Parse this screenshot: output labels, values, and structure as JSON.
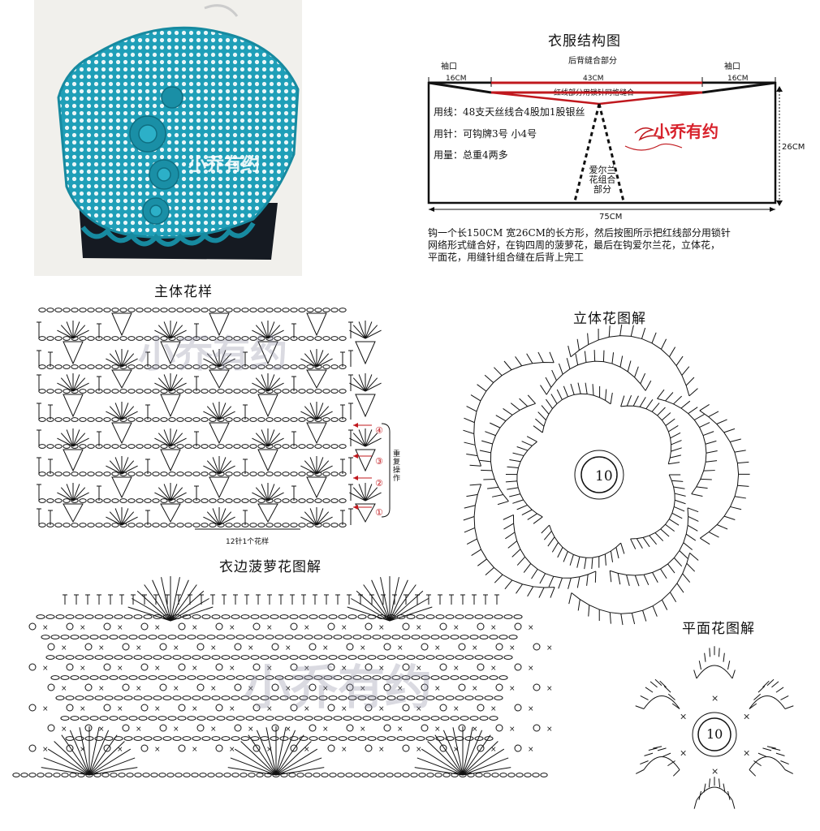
{
  "photo": {
    "watermark": "小乔有约"
  },
  "structure": {
    "title": "衣服结构图",
    "back_seam_label": "后背缝合部分",
    "cuff_label": "袖口",
    "cuff_width": "16CM",
    "center_width": "43CM",
    "red_note": "红线部分用锁针网格缝合",
    "height": "26CM",
    "total_width": "75CM",
    "materials": [
      "用线：48支天丝线合4股加1股银丝",
      "用针：可钩牌3号  小4号",
      "用量：总重4两多"
    ],
    "irish_label": [
      "爱尔兰",
      "花组合",
      "部分"
    ],
    "logo": "小乔有约",
    "instructions": [
      "钩一个长150CM  宽26CM的长方形，然后按图所示把红线部分用锁针",
      "网络形式缝合好，在钩四周的菠萝花，最后在钩爱尔兰花，立体花，",
      "平面花，用缝针组合缝在后背上完工"
    ],
    "colors": {
      "red": "#c0181e",
      "black": "#111111"
    }
  },
  "main_pattern": {
    "title": "主体花样",
    "repeat_label": "12针1个花样",
    "rows": [
      "④",
      "③",
      "②",
      "①"
    ],
    "side_note": "重复操作"
  },
  "flower3d": {
    "title": "立体花图解",
    "center": "10"
  },
  "edge": {
    "title": "衣边菠萝花图解"
  },
  "flat_flower": {
    "title": "平面花图解",
    "center": "10"
  }
}
